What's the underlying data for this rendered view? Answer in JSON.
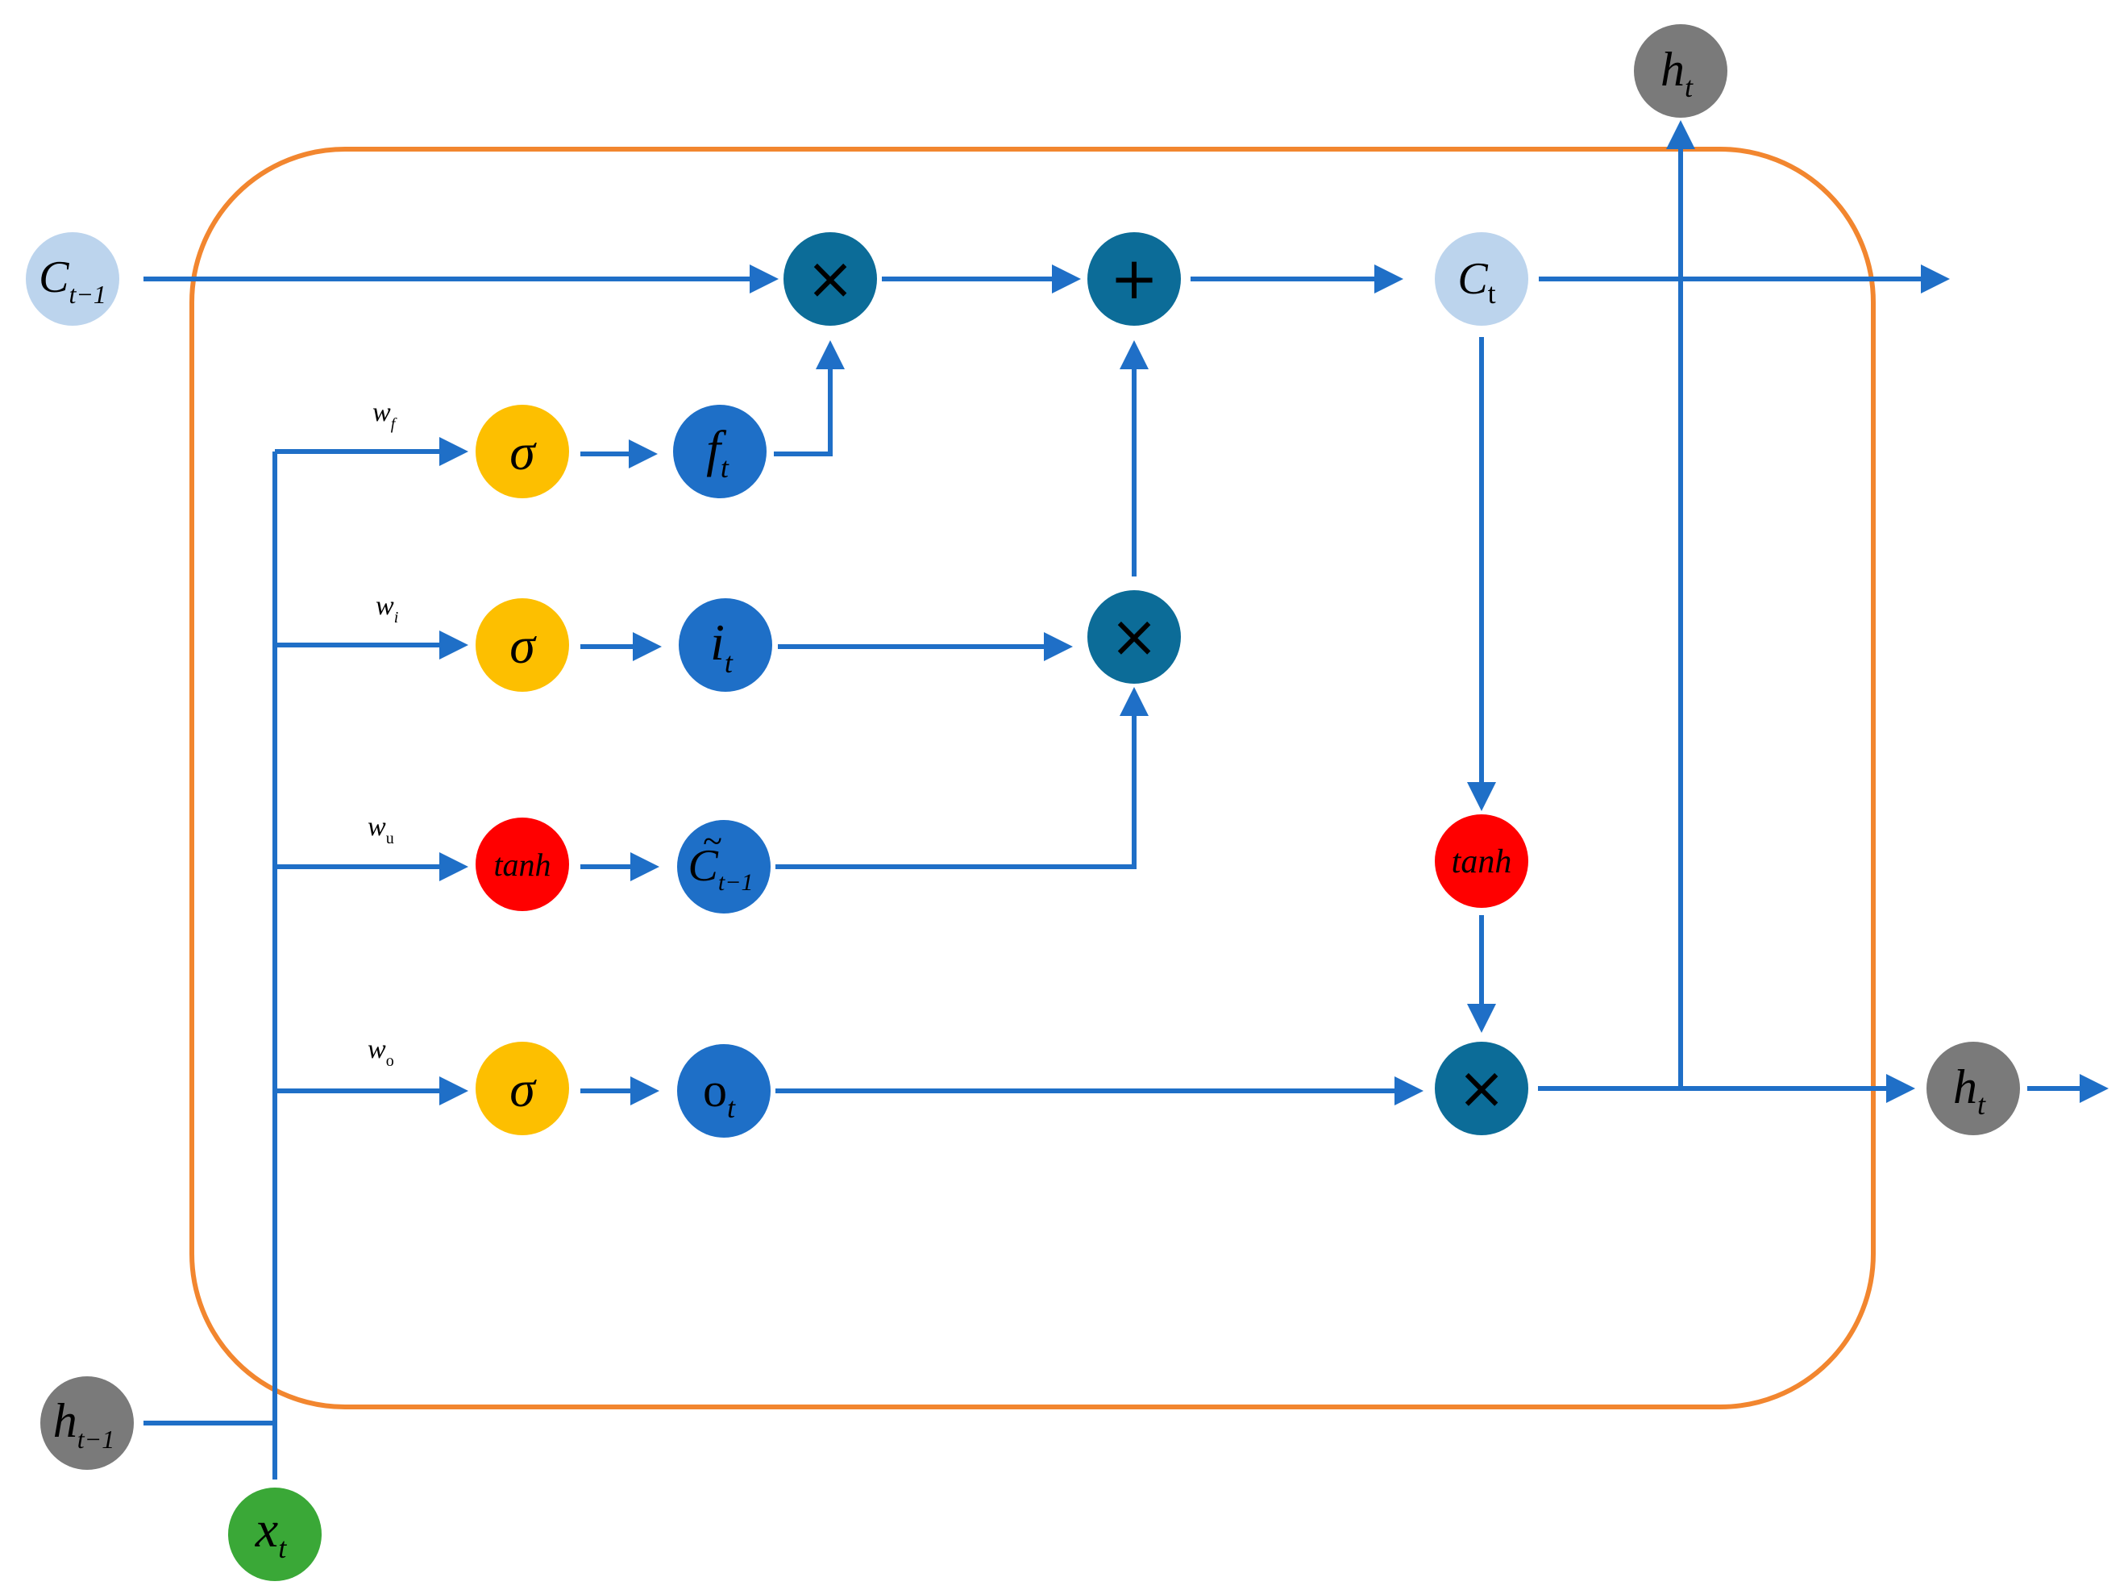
{
  "colors": {
    "border": "#f2862f",
    "line": "#1f6fc7",
    "cell_state": "#bcd4ed",
    "sigmoid": "#fdbf00",
    "tanh": "#ff0000",
    "gate": "#1e6fc7",
    "operator": "#0c6c98",
    "hidden": "#7a7a7a",
    "input": "#3aa837"
  },
  "nodes": {
    "c_prev": {
      "base": "C",
      "sub": "t−1"
    },
    "c_t": {
      "base": "C",
      "sub": "t"
    },
    "h_top": {
      "base": "h",
      "sub": "t"
    },
    "h_out": {
      "base": "h",
      "sub": "t"
    },
    "h_prev": {
      "base": "h",
      "sub": "t−1"
    },
    "x_t": {
      "base": "x",
      "sub": "t"
    },
    "f_t": {
      "base": "f",
      "sub": "t"
    },
    "i_t": {
      "base": "i",
      "sub": "t"
    },
    "c_tilde": {
      "base": "C",
      "tilde": "~",
      "sub": "t−1"
    },
    "o_t": {
      "base": "o",
      "sub": "t"
    },
    "sigma": "σ",
    "tanh": "tanh",
    "multiply": "×",
    "add": "+"
  },
  "weights": {
    "w_f": {
      "base": "w",
      "sub": "f"
    },
    "w_i": {
      "base": "w",
      "sub": "i"
    },
    "w_u": {
      "base": "w",
      "sub": "u"
    },
    "w_o": {
      "base": "w",
      "sub": "o"
    }
  }
}
